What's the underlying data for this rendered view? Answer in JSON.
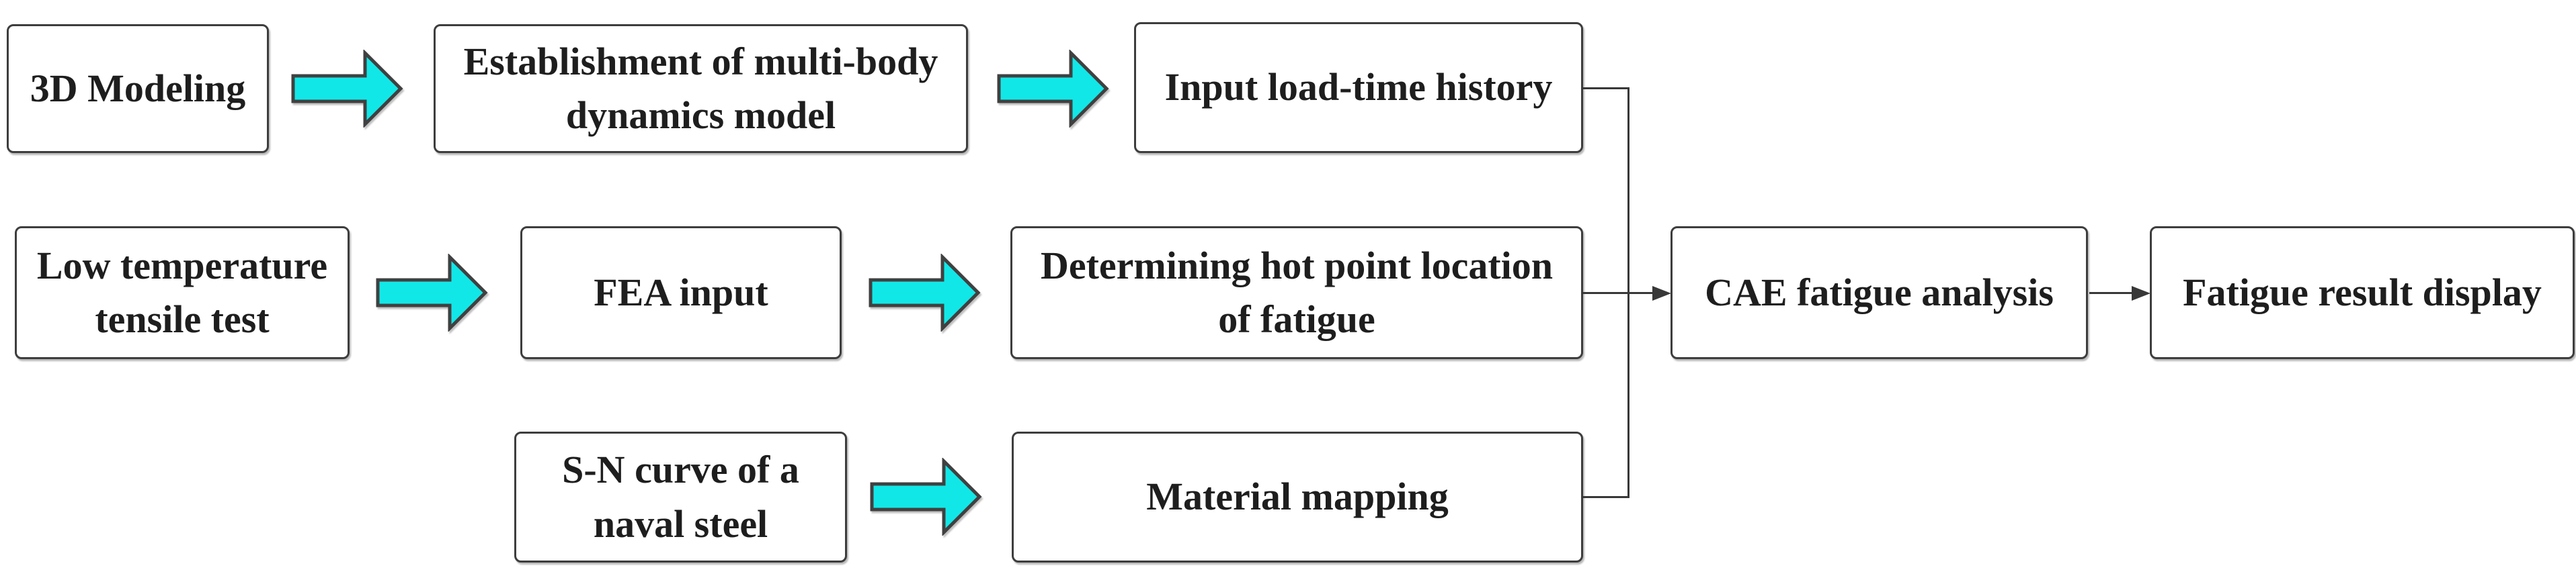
{
  "colors": {
    "arrow_fill": "#12e7e7",
    "arrow_stroke": "#404040",
    "box_border": "#3d3d3d",
    "connector": "#383838",
    "text": "#1e1e1e",
    "background": "#ffffff"
  },
  "icons": {
    "flow_arrow": "cyan-block-right-arrow",
    "arrowhead": "solid-triangle-right"
  },
  "nodes": {
    "modeling": {
      "lines": [
        "3D Modeling"
      ]
    },
    "mbd": {
      "lines": [
        "Establishment of multi-body",
        "dynamics model"
      ]
    },
    "load_history": {
      "lines": [
        "Input load-time history"
      ]
    },
    "tensile": {
      "lines": [
        "Low temperature",
        "tensile test"
      ]
    },
    "fea": {
      "lines": [
        "FEA input"
      ]
    },
    "hot_point": {
      "lines": [
        "Determining hot point location",
        "of fatigue"
      ]
    },
    "sn_curve": {
      "lines": [
        "S-N curve of a",
        "naval steel"
      ]
    },
    "material": {
      "lines": [
        "Material mapping"
      ]
    },
    "cae": {
      "lines": [
        "CAE fatigue analysis"
      ]
    },
    "result": {
      "lines": [
        "Fatigue result display"
      ]
    }
  }
}
